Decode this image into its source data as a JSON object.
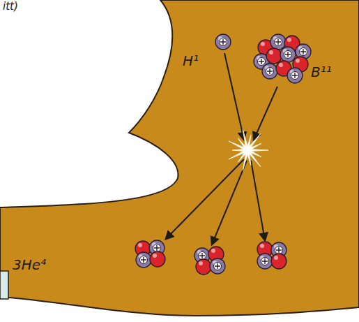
{
  "diagram": {
    "labels": [
      "itt)",
      "H¹",
      "B¹¹",
      "3He⁴"
    ]
  }
}
